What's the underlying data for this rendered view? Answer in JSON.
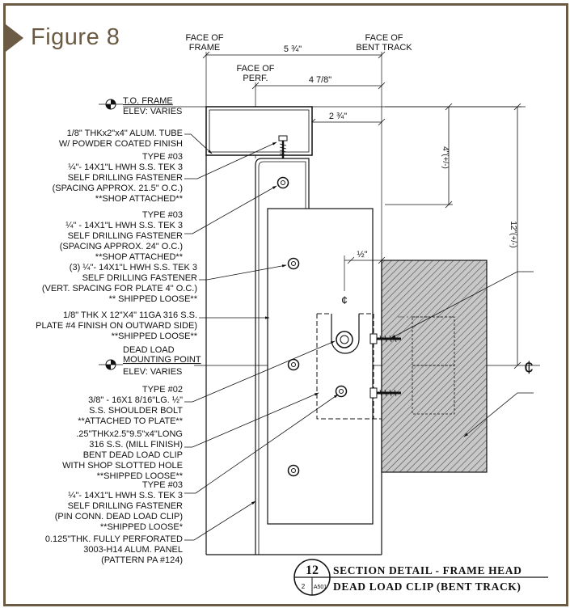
{
  "figure_title": "Figure 8",
  "dims": {
    "face_of_frame": [
      "FACE OF",
      "FRAME"
    ],
    "face_of_bent_track": [
      "FACE OF",
      "BENT TRACK"
    ],
    "face_of_perf": [
      "FACE OF",
      "PERF."
    ],
    "d1": "5 ¾\"",
    "d2": "4 7/8\"",
    "d3": "2 ¾\"",
    "d_half": "½\"",
    "v1": "4\"(+/-)",
    "v2": "12\"(+/-)",
    "cl": "¢"
  },
  "elevations": {
    "to_frame": [
      "T.O. FRAME",
      "ELEV: VARIES"
    ],
    "dead_load": [
      "DEAD LOAD",
      "MOUNTING POINT",
      "ELEV: VARIES"
    ]
  },
  "notes": [
    [
      "1/8\" THKx2\"x4\" ALUM. TUBE",
      "W/ POWDER COATED FINISH"
    ],
    [
      "TYPE #03",
      "¼\"- 14X1\"L HWH S.S. TEK 3",
      "SELF DRILLING FASTENER",
      "(SPACING APPROX. 21.5\" O.C.)",
      "**SHOP ATTACHED**"
    ],
    [
      "TYPE #03",
      "¼\" - 14X1\"L HWH S.S. TEK 3",
      "SELF DRILLING FASTENER",
      "(SPACING APPROX. 24\" O.C.)",
      "**SHOP ATTACHED**"
    ],
    [
      "(3) ¼\"- 14X1\"L HWH S.S. TEK 3",
      "SELF DRILLING FASTENER",
      "(VERT. SPACING FOR PLATE 4\" O.C.)",
      "** SHIPPED LOOSE**"
    ],
    [
      "1/8\" THK X 12\"X4\" 11GA 316 S.S.",
      "PLATE #4 FINISH ON OUTWARD SIDE)",
      "**SHIPPED LOOSE**"
    ],
    [
      "TYPE #02",
      "3/8\" - 16X1 8/16\"LG. ½\"",
      "S.S. SHOULDER BOLT",
      "**ATTACHED TO PLATE**"
    ],
    [
      ".25\"THKx2.5\"9.5\"x4\"LONG",
      "316 S.S. (MILL FINISH)",
      "BENT DEAD LOAD CLIP",
      "WITH SHOP SLOTTED HOLE",
      "**SHIPPED LOOSE**"
    ],
    [
      "TYPE #03",
      "¼\"- 14X1\"L HWH S.S. TEK 3",
      "SELF DRILLING FASTENER",
      "(PIN CONN. DEAD LOAD CLIP)",
      "**SHIPPED LOOSE*"
    ],
    [
      "0.125\"THK. FULLY PERFORATED",
      "3003-H14 ALUM. PANEL",
      "(PATTERN PA #124)"
    ]
  ],
  "title_block": {
    "number": "12",
    "sheet_num": "2",
    "sheet_ref": "A501",
    "line1": "SECTION DETAIL - FRAME HEAD",
    "line2": "DEAD LOAD CLIP (BENT TRACK)"
  }
}
